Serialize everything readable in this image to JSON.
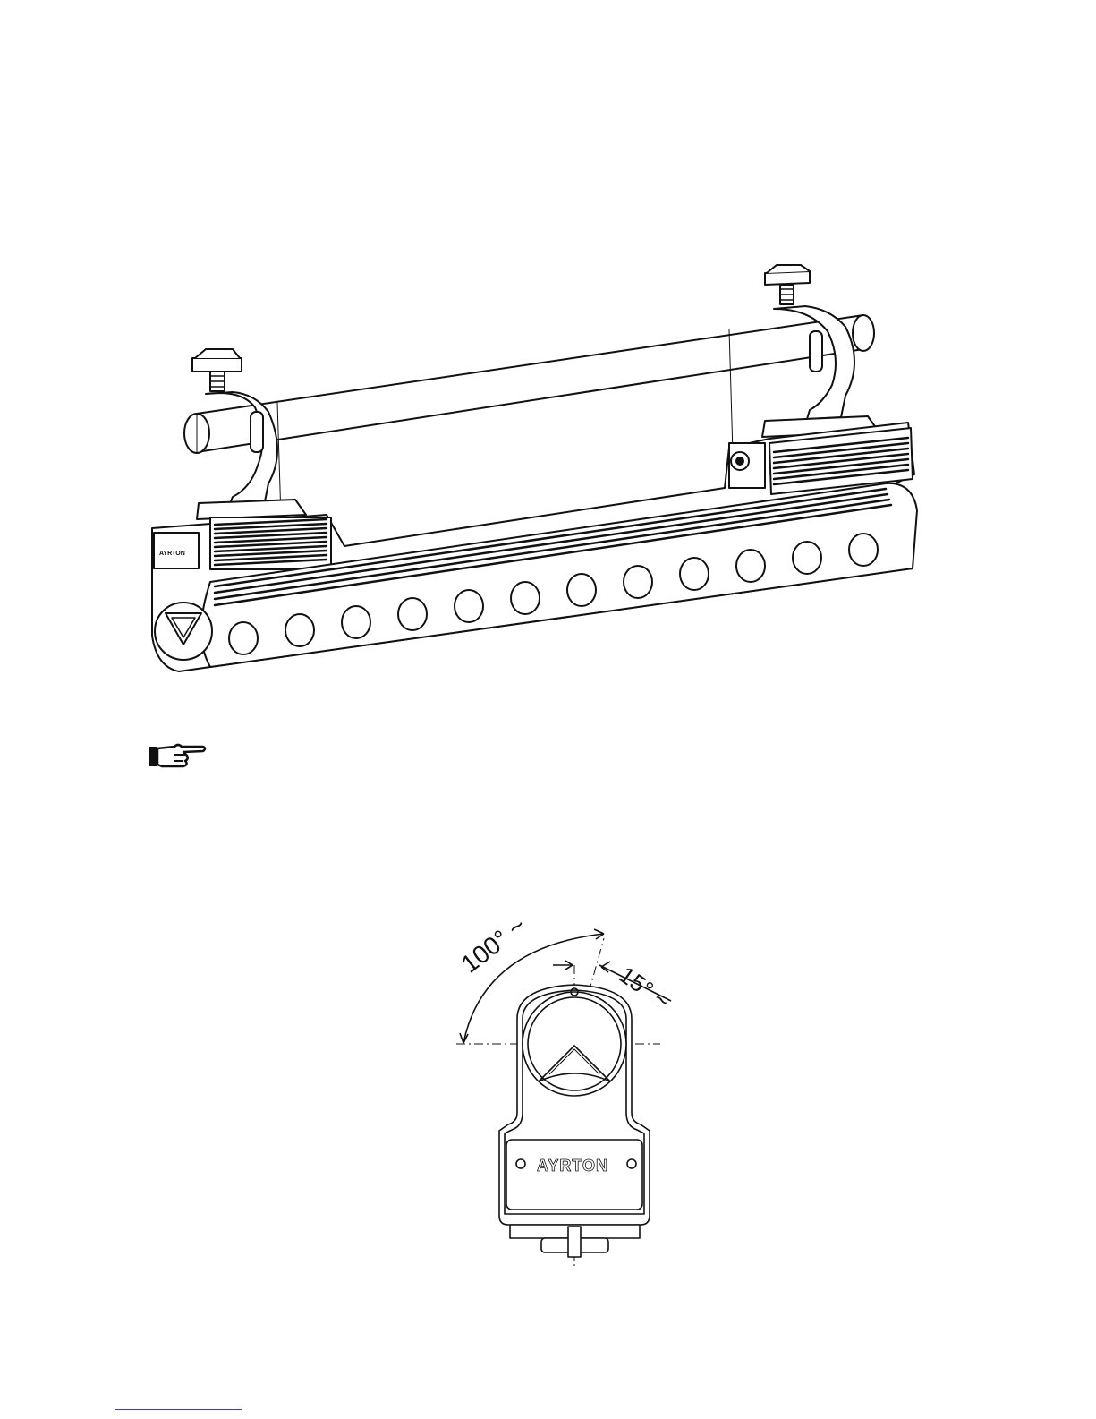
{
  "figure_top": {
    "front_label": "AYRTON"
  },
  "figure_side": {
    "angle_up_label": "100° ~",
    "angle_down_label": "15° ~",
    "brand_label": "AYRTON"
  },
  "icons": {
    "note": "pointing-hand-icon"
  }
}
